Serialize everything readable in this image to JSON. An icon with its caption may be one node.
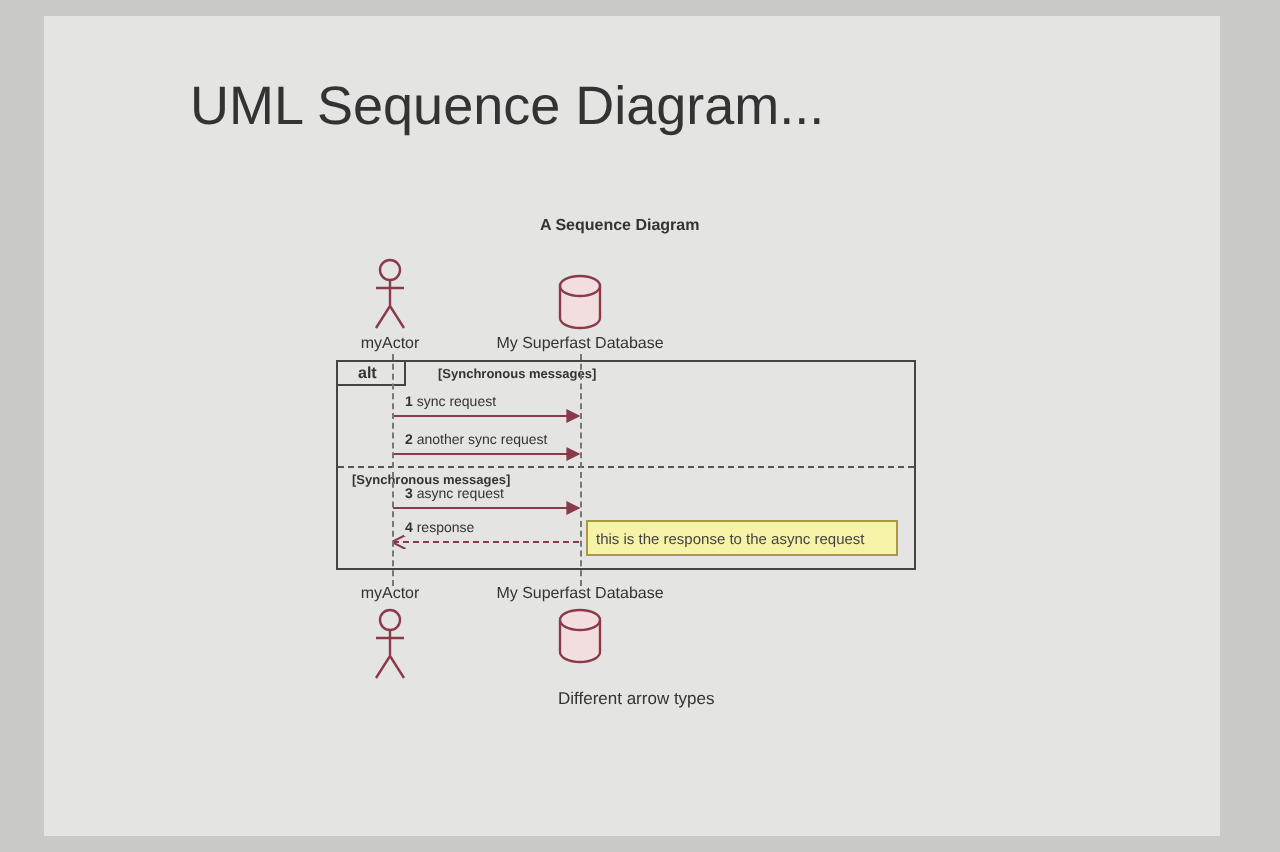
{
  "diagram": {
    "title": "UML Sequence Diagram...",
    "caption": "Different arrow types",
    "nodes": [
      {
        "text": [
          "myActor"
        ]
      },
      {
        "text": [
          "My Superfast Database"
        ]
      },
      {
        "text": [
          "alt",
          "[Synchronous messages]",
          "[Synchronous messages]"
        ]
      },
      {
        "text": [
          "this is the response to the async request"
        ],
        "in": 2
      },
      {
        "text": [
          "myActor"
        ]
      },
      {
        "text": [
          "My Superfast Database"
        ]
      },
      {
        "text": [],
        "shape": "line"
      },
      {
        "text": [],
        "shape": "line"
      }
    ],
    "edges": [
      {
        "from": 6,
        "to": 7,
        "arrow": "to",
        "label": "**1** sync request"
      },
      {
        "from": 6,
        "to": 7,
        "arrow": "to",
        "label": "**2** another sync request"
      },
      {
        "from": 6,
        "to": 7,
        "arrow": "to",
        "label": "**3** async request"
      },
      {
        "from": 7,
        "to": 6,
        "arrow": "to",
        "label": "**4** response",
        "style": "dashed"
      }
    ],
    "labels": [
      "A Sequence Diagram"
    ]
  }
}
